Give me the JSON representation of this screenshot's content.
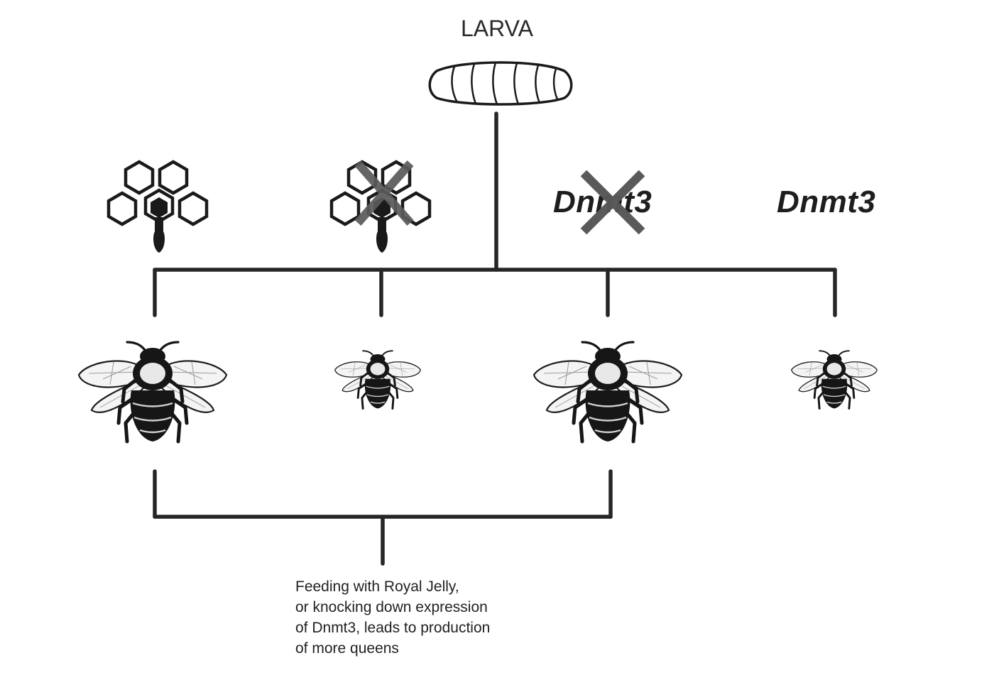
{
  "larva": {
    "label": "LARVA"
  },
  "treatments": [
    {
      "id": "royal-jelly",
      "knocked_out": false
    },
    {
      "id": "no-royal-jelly",
      "knocked_out": true
    },
    {
      "id": "dnmt3-knockdown",
      "gene": "Dnmt3",
      "knocked_out": true
    },
    {
      "id": "dnmt3-normal",
      "gene": "Dnmt3",
      "knocked_out": false
    }
  ],
  "outcomes": [
    "queen",
    "worker",
    "queen",
    "worker"
  ],
  "caption": {
    "lines": [
      "Feeding with Royal Jelly,",
      "or knocking down expression",
      "of Dnmt3, leads to production",
      "of more queens"
    ]
  },
  "colors": {
    "line": "#262626",
    "cross": "#5a5a5a",
    "ink": "#161616",
    "wing": "#f4f4f4"
  },
  "icons": [
    "larva-icon",
    "honeycomb-jelly-icon",
    "cross-icon",
    "queen-bee-icon",
    "worker-bee-icon"
  ]
}
